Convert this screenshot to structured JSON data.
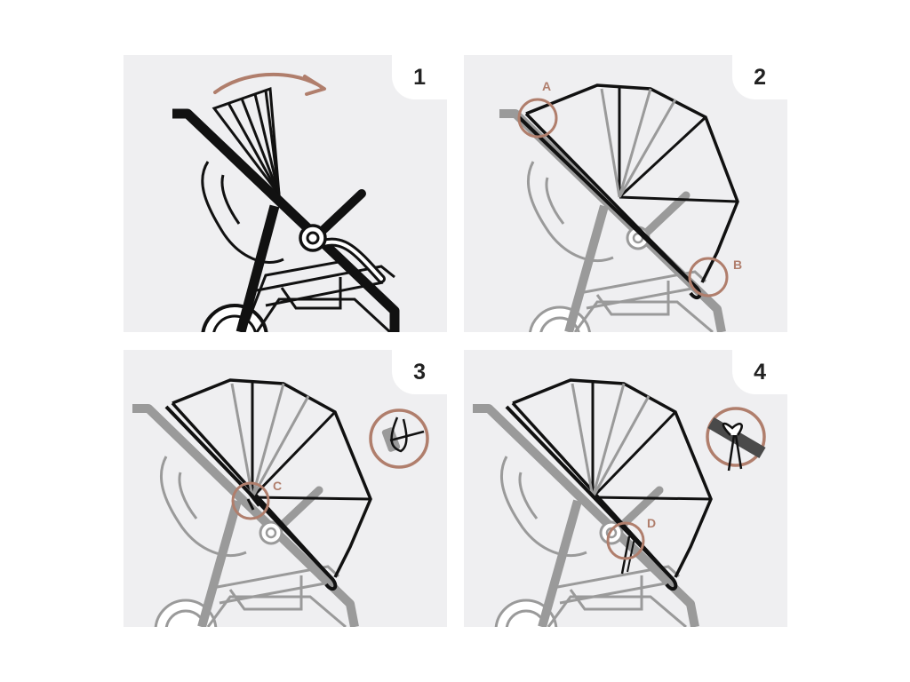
{
  "colors": {
    "panel_bg": "#efeff1",
    "line_dark": "#111111",
    "line_grey": "#9a9a9a",
    "accent": "#b07e6c"
  },
  "panels": [
    {
      "step": "1",
      "callouts": []
    },
    {
      "step": "2",
      "callouts": [
        "A",
        "B"
      ]
    },
    {
      "step": "3",
      "callouts": [
        "C"
      ]
    },
    {
      "step": "4",
      "callouts": [
        "D"
      ]
    }
  ]
}
